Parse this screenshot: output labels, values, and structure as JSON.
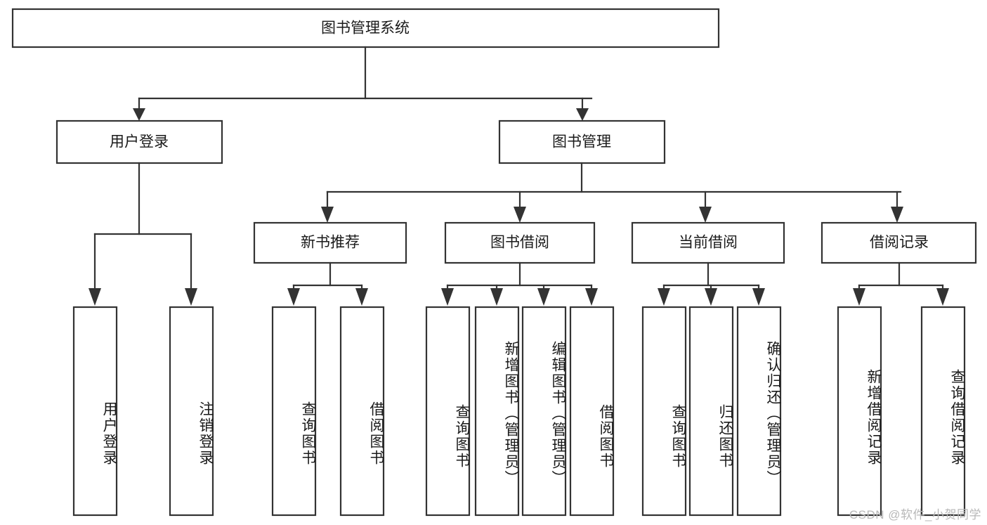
{
  "diagram": {
    "title": "图书管理系统",
    "type": "hierarchy-tree",
    "watermark": "CSDN @软件_小贺同学",
    "root": {
      "id": "root",
      "label": "图书管理系统",
      "orientation": "horizontal"
    },
    "level2": [
      {
        "id": "user-login",
        "label": "用户登录",
        "orientation": "horizontal"
      },
      {
        "id": "book-management",
        "label": "图书管理",
        "orientation": "horizontal"
      }
    ],
    "level3": [
      {
        "id": "new-book-recommend",
        "label": "新书推荐",
        "orientation": "horizontal",
        "parent": "book-management"
      },
      {
        "id": "book-borrow",
        "label": "图书借阅",
        "orientation": "horizontal",
        "parent": "book-management"
      },
      {
        "id": "current-borrow",
        "label": "当前借阅",
        "orientation": "horizontal",
        "parent": "book-management"
      },
      {
        "id": "borrow-record",
        "label": "借阅记录",
        "orientation": "horizontal",
        "parent": "book-management"
      }
    ],
    "leaves": [
      {
        "id": "leaf-user-login",
        "label": "用户登录",
        "orientation": "vertical",
        "parent": "user-login"
      },
      {
        "id": "leaf-logout-login",
        "label": "注销登录",
        "orientation": "vertical",
        "parent": "user-login"
      },
      {
        "id": "leaf-query-book-1",
        "label": "查询图书",
        "orientation": "vertical",
        "parent": "new-book-recommend"
      },
      {
        "id": "leaf-borrow-book-1",
        "label": "借阅图书",
        "orientation": "vertical",
        "parent": "new-book-recommend"
      },
      {
        "id": "leaf-query-book-2",
        "label": "查询图书",
        "orientation": "vertical",
        "parent": "book-borrow"
      },
      {
        "id": "leaf-add-book",
        "label": "新增图书（管理员）",
        "orientation": "vertical",
        "parent": "book-borrow"
      },
      {
        "id": "leaf-edit-book",
        "label": "编辑图书（管理员）",
        "orientation": "vertical",
        "parent": "book-borrow"
      },
      {
        "id": "leaf-borrow-book-2",
        "label": "借阅图书",
        "orientation": "vertical",
        "parent": "book-borrow"
      },
      {
        "id": "leaf-query-book-3",
        "label": "查询图书",
        "orientation": "vertical",
        "parent": "current-borrow"
      },
      {
        "id": "leaf-return-book",
        "label": "归还图书",
        "orientation": "vertical",
        "parent": "current-borrow"
      },
      {
        "id": "leaf-confirm-return",
        "label": "确认归还（管理员）",
        "orientation": "vertical",
        "parent": "current-borrow"
      },
      {
        "id": "leaf-add-record",
        "label": "新增借阅记录",
        "orientation": "vertical",
        "parent": "borrow-record"
      },
      {
        "id": "leaf-query-record",
        "label": "查询借阅记录",
        "orientation": "vertical",
        "parent": "borrow-record"
      }
    ],
    "colors": {
      "box_stroke": "#333333",
      "box_fill": "#ffffff",
      "text": "#1a1a1a",
      "background": "#ffffff",
      "watermark": "#b8b8b8"
    }
  }
}
